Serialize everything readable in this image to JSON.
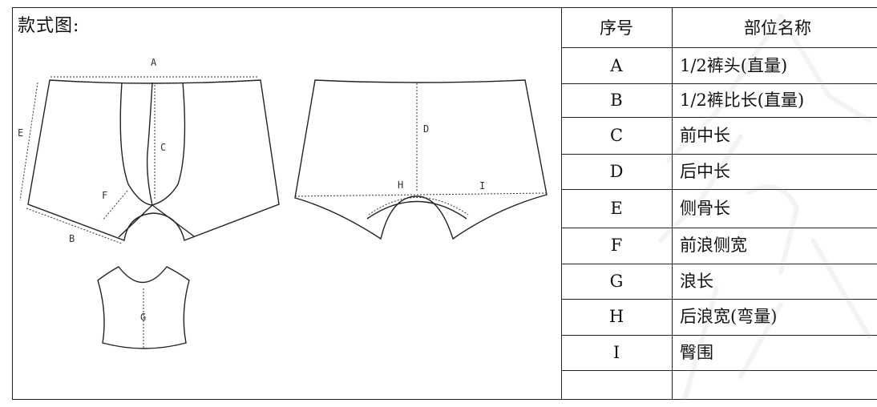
{
  "sheet": {
    "title": "款式图:",
    "header": {
      "code": "序号",
      "name": "部位名称"
    },
    "rows": [
      {
        "code": "A",
        "name": "1/2裤头(直量)"
      },
      {
        "code": "B",
        "name": "1/2裤比长(直量)"
      },
      {
        "code": "C",
        "name": "前中长"
      },
      {
        "code": "D",
        "name": "后中长"
      },
      {
        "code": "E",
        "name": "侧骨长"
      },
      {
        "code": "F",
        "name": "前浪侧宽"
      },
      {
        "code": "G",
        "name": "浪长"
      },
      {
        "code": "H",
        "name": "后浪宽(弯量)"
      },
      {
        "code": "I",
        "name": "臀围"
      },
      {
        "code": "",
        "name": ""
      }
    ]
  },
  "diagram": {
    "labels": {
      "A": "A",
      "B": "B",
      "C": "C",
      "D": "D",
      "E": "E",
      "F": "F",
      "G": "G",
      "H": "H",
      "I": "I"
    }
  },
  "colors": {
    "line": "#222222",
    "watermark": "#9aa0a6"
  }
}
